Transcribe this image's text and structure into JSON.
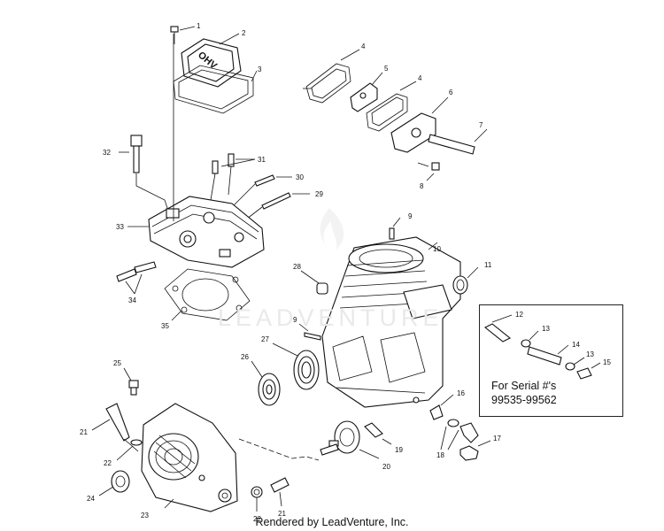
{
  "diagram": {
    "callouts": [
      "1",
      "2",
      "3",
      "4",
      "5",
      "4",
      "6",
      "7",
      "8",
      "32",
      "31",
      "30",
      "29",
      "33",
      "34",
      "35",
      "9",
      "10",
      "28",
      "11",
      "9",
      "27",
      "26",
      "25",
      "21",
      "22",
      "24",
      "23",
      "22",
      "21",
      "20",
      "19",
      "18",
      "17",
      "16",
      "12",
      "13",
      "14",
      "13",
      "15"
    ],
    "cover_text": "OHV",
    "serial_note": {
      "line1": "For Serial #'s",
      "line2": "99535-99562"
    },
    "watermark": "LEADVENTURE",
    "credit": "Rendered by LeadVenture, Inc."
  }
}
